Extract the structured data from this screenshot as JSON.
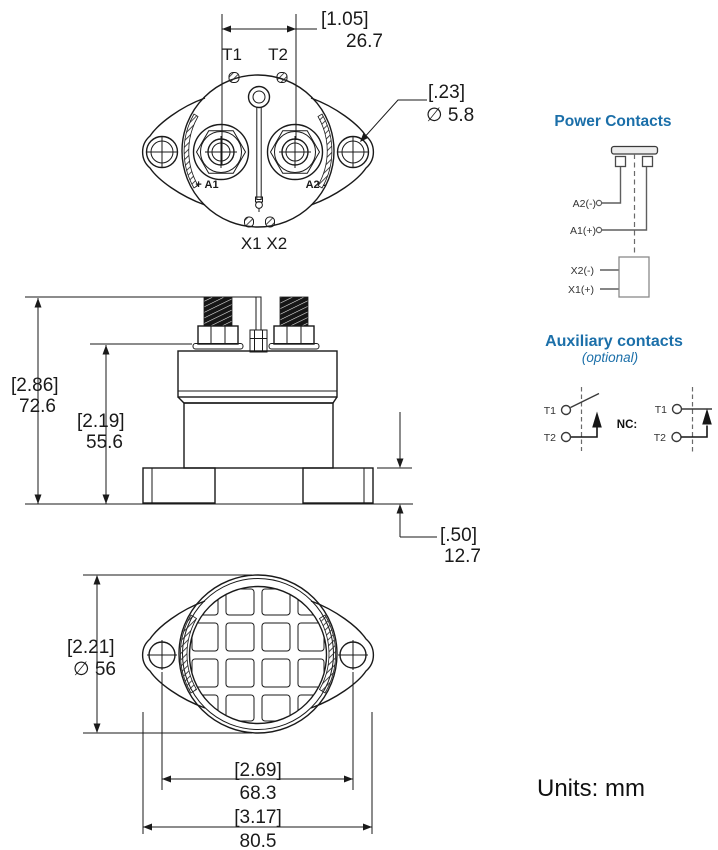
{
  "page": {
    "units_note": "Units: mm"
  },
  "colors": {
    "accent_blue": "#1b6fa9",
    "line": "#1a1a1a",
    "schematic_line": "#5f5f5f"
  },
  "top_view": {
    "terminal_labels": {
      "t1": "T1",
      "t2": "T2",
      "x1x2": "X1 X2",
      "a1": "+ A1",
      "a2": "A2 -"
    },
    "dim_terminal_spacing": {
      "inches": "[1.05]",
      "mm": "26.7"
    },
    "dim_mounting_hole": {
      "inches": "[.23]",
      "mm": "∅ 5.8"
    }
  },
  "side_view": {
    "dim_overall_height": {
      "inches": "[2.86]",
      "mm": "72.6"
    },
    "dim_body_height": {
      "inches": "[2.19]",
      "mm": "55.6"
    },
    "dim_bracket_height": {
      "inches": "[.50]",
      "mm": "12.7"
    }
  },
  "bottom_view": {
    "dim_body_diameter": {
      "inches": "[2.21]",
      "mm": "∅ 56"
    },
    "dim_hole_spacing": {
      "inches": "[2.69]",
      "mm": "68.3"
    },
    "dim_overall_width": {
      "inches": "[3.17]",
      "mm": "80.5"
    }
  },
  "power_contacts": {
    "title": "Power Contacts",
    "labels": {
      "a2": "A2(-)",
      "a1": "A1(+)",
      "x2": "X2(-)",
      "x1": "X1(+)"
    }
  },
  "aux_contacts": {
    "title": "Auxiliary contacts",
    "subtitle": "(optional)",
    "nc_label": "NC:",
    "no_t1": "T1",
    "no_t2": "T2",
    "nc_t1": "T1",
    "nc_t2": "T2"
  }
}
